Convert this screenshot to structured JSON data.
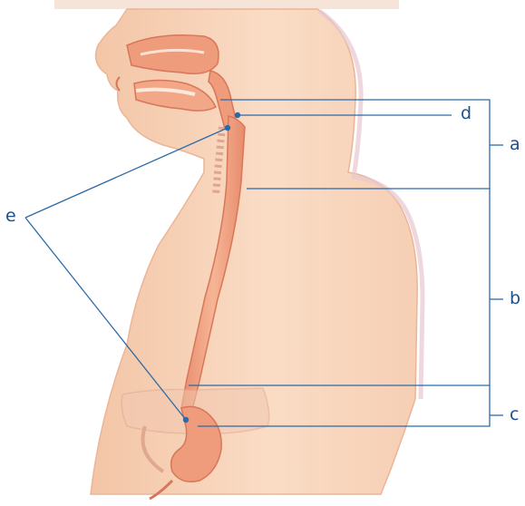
{
  "labels": {
    "a": "a",
    "b": "b",
    "c": "c",
    "d": "d",
    "e": "e"
  },
  "colors": {
    "leader_line": "#2c6aa8",
    "label_text": "#1e4f8c",
    "skin": "#f8d7bd",
    "skin_shadow": "#e7aa90",
    "organ": "#ee9c7c",
    "organ_dark": "#d97659"
  }
}
